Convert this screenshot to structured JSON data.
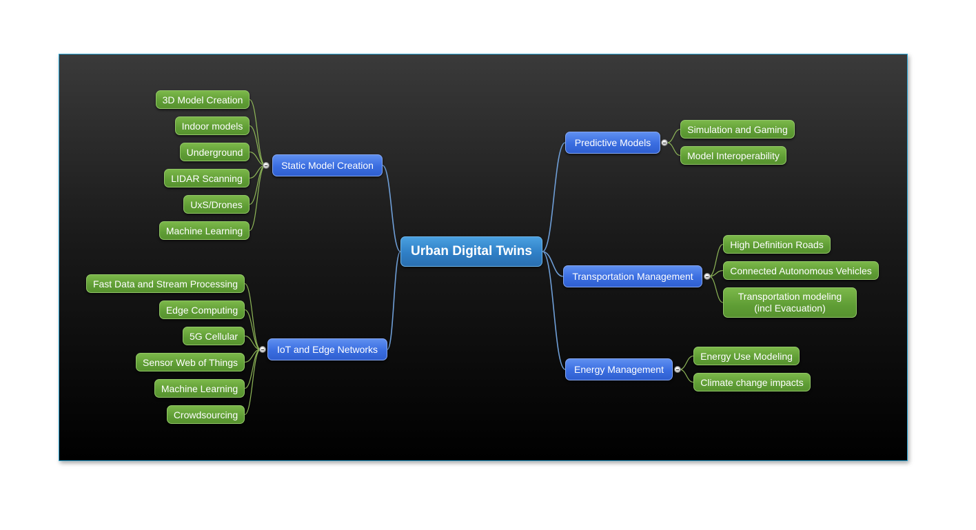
{
  "central": {
    "label": "Urban Digital Twins"
  },
  "branches": {
    "static_model_creation": {
      "label": "Static Model Creation",
      "children": [
        "3D Model Creation",
        "Indoor models",
        "Underground",
        "LIDAR Scanning",
        "UxS/Drones",
        "Machine Learning"
      ]
    },
    "iot_edge_networks": {
      "label": "IoT and Edge Networks",
      "children": [
        "Fast Data and Stream Processing",
        "Edge Computing",
        "5G Cellular",
        "Sensor Web of Things",
        "Machine Learning",
        "Crowdsourcing"
      ]
    },
    "predictive_models": {
      "label": "Predictive Models",
      "children": [
        "Simulation and Gaming",
        "Model Interoperability"
      ]
    },
    "transportation_management": {
      "label": "Transportation Management",
      "children": [
        "High Definition Roads",
        "Connected Autonomous Vehicles",
        "Transportation modeling (incl Evacuation)"
      ]
    },
    "energy_management": {
      "label": "Energy Management",
      "children": [
        "Energy Use Modeling",
        "Climate change impacts"
      ]
    }
  },
  "colors": {
    "central": "#2f7fc6",
    "branch": "#3a6de0",
    "leaf": "#5f9d35",
    "branch_link": "#6f9fd8",
    "leaf_link": "#8fb858",
    "frame_border": "#2aa6d6"
  }
}
